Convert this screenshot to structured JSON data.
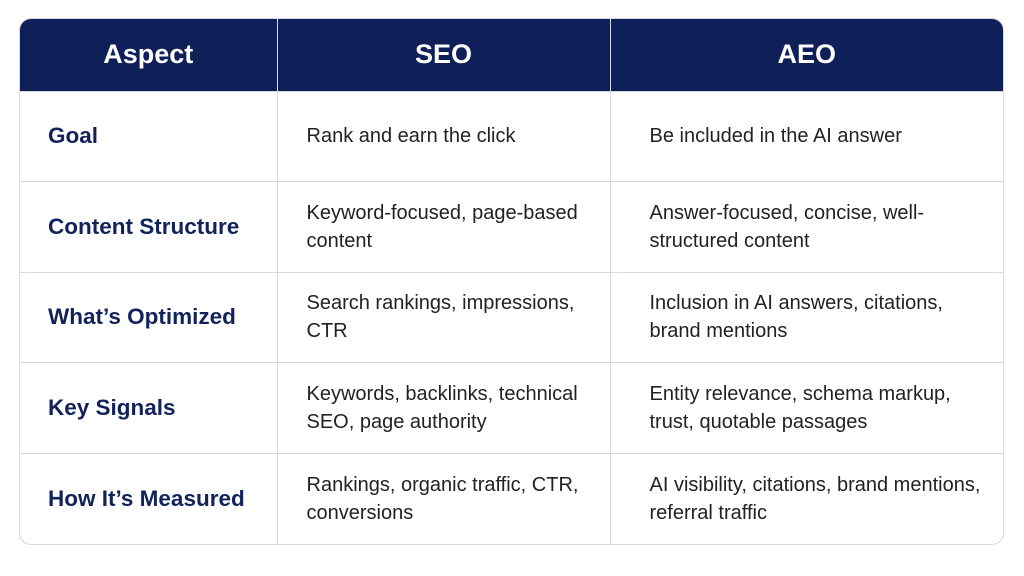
{
  "headers": [
    "Aspect",
    "SEO",
    "AEO"
  ],
  "rows": [
    {
      "aspect": "Goal",
      "seo": "Rank and earn the click",
      "aeo": "Be included in the AI answer"
    },
    {
      "aspect": "Content Structure",
      "seo": "Keyword-focused, page-based content",
      "aeo": "Answer-focused, concise, well-structured content"
    },
    {
      "aspect": "What’s Optimized",
      "seo": "Search rankings, impressions, CTR",
      "aeo": "Inclusion in AI answers, citations, brand mentions"
    },
    {
      "aspect": "Key Signals",
      "seo": "Keywords, backlinks, technical SEO, page authority",
      "aeo": "Entity relevance, schema markup, trust, quotable passages"
    },
    {
      "aspect": "How It’s Measured",
      "seo": "Rankings, organic traffic, CTR, conversions",
      "aeo": "AI visibility, citations, brand mentions, referral traffic"
    }
  ],
  "colors": {
    "header_bg": "#0f1f58",
    "aspect_text": "#12225a",
    "border": "#d5d9e0"
  }
}
